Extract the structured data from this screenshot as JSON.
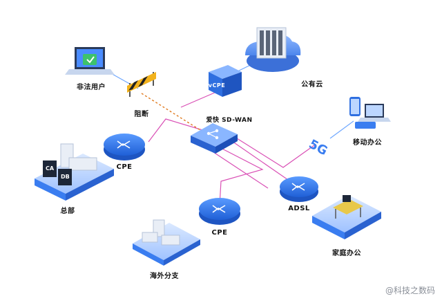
{
  "labels": {
    "illegal_user": "非法用户",
    "block": "阻断",
    "public_cloud": "公有云",
    "vcpe": "vCPE",
    "sdwan": "爱快 SD-WAN",
    "cpe_hq": "CPE",
    "headquarters": "总部",
    "mobile_office": "移动办公",
    "five_g": "5G",
    "adsl": "ADSL",
    "home_office": "家庭办公",
    "cpe_branch": "CPE",
    "overseas_branch": "海外分支",
    "hq_rack_ca": "CA",
    "hq_rack_db": "DB"
  },
  "watermark": "@科技之数码",
  "colors": {
    "link_pink": "#d94fb5",
    "block_dash": "#e07a1f",
    "device_blue": "#2f6fe0",
    "device_light": "#6ea7ff",
    "platform_blue": "#3a7df0",
    "cloud_blue": "#6a9df5"
  }
}
